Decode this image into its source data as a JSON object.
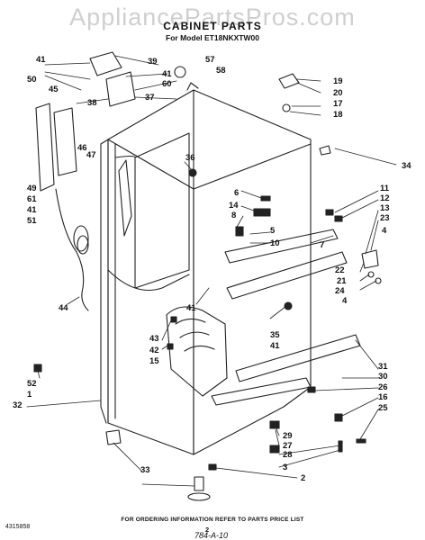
{
  "watermark": "AppliancePartsPros.com",
  "header": {
    "title": "CABINET PARTS",
    "model_line": "For Model ET18NKXTW00"
  },
  "callouts": [
    "41",
    "39",
    "57",
    "58",
    "50",
    "45",
    "41",
    "60",
    "38",
    "37",
    "19",
    "20",
    "17",
    "18",
    "34",
    "36",
    "46",
    "47",
    "49",
    "61",
    "41",
    "51",
    "6",
    "14",
    "8",
    "5",
    "10",
    "11",
    "12",
    "13",
    "23",
    "7",
    "4",
    "22",
    "21",
    "24",
    "4",
    "44",
    "41",
    "43",
    "42",
    "15",
    "35",
    "41",
    "52",
    "1",
    "32",
    "31",
    "30",
    "26",
    "16",
    "25",
    "29",
    "27",
    "28",
    "3",
    "33",
    "2"
  ],
  "footer": {
    "instruction": "FOR ORDERING INFORMATION REFER TO PARTS PRICE LIST",
    "doc_number": "4315858",
    "page_number": "2",
    "handwritten_note": "784-A-10"
  }
}
